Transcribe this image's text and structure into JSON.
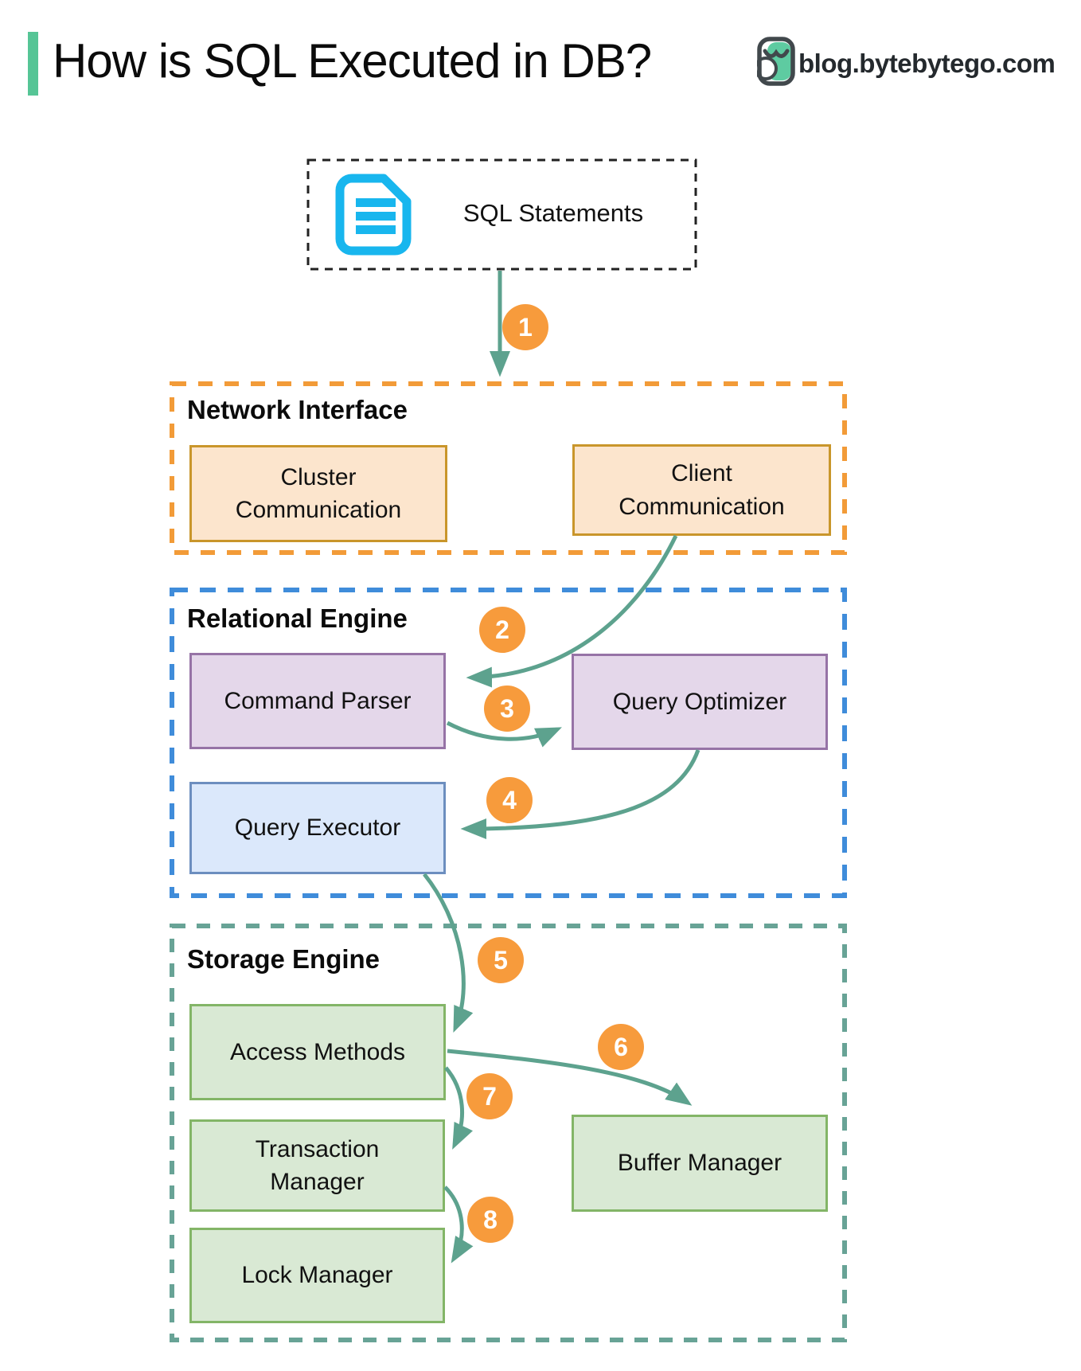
{
  "header": {
    "title": "How is SQL Executed in DB?",
    "brand": "blog.bytebytego.com"
  },
  "source": {
    "label": "SQL Statements",
    "icon": "document-icon"
  },
  "sections": [
    {
      "id": "network-interface",
      "title": "Network Interface",
      "boxes": [
        {
          "label": "Cluster\nCommunication"
        },
        {
          "label": "Client\nCommunication"
        }
      ]
    },
    {
      "id": "relational-engine",
      "title": "Relational Engine",
      "boxes": [
        {
          "label": "Command Parser"
        },
        {
          "label": "Query Optimizer"
        },
        {
          "label": "Query Executor"
        }
      ]
    },
    {
      "id": "storage-engine",
      "title": "Storage Engine",
      "boxes": [
        {
          "label": "Access Methods"
        },
        {
          "label": "Transaction\nManager"
        },
        {
          "label": "Lock Manager"
        },
        {
          "label": "Buffer Manager"
        }
      ]
    }
  ],
  "steps": [
    "1",
    "2",
    "3",
    "4",
    "5",
    "6",
    "7",
    "8"
  ],
  "palette": {
    "accent_bar": "#56C596",
    "arrow": "#5DA28E",
    "step_badge": "#F79B3C",
    "network_border": "#F29B38",
    "relational_border": "#3F8CDA",
    "storage_border": "#68A396",
    "orange_box_fill": "#FCE5CD",
    "orange_box_border": "#C9962B",
    "purple_box_fill": "#E4D7EA",
    "purple_box_border": "#9673A6",
    "blue_box_fill": "#DBE8FB",
    "blue_box_border": "#6C8EBF",
    "green_box_fill": "#D9E9D4",
    "green_box_border": "#83B567",
    "document_icon": "#18B6EE",
    "logo_dark": "#41484C",
    "logo_teal": "#5ECBA1"
  }
}
